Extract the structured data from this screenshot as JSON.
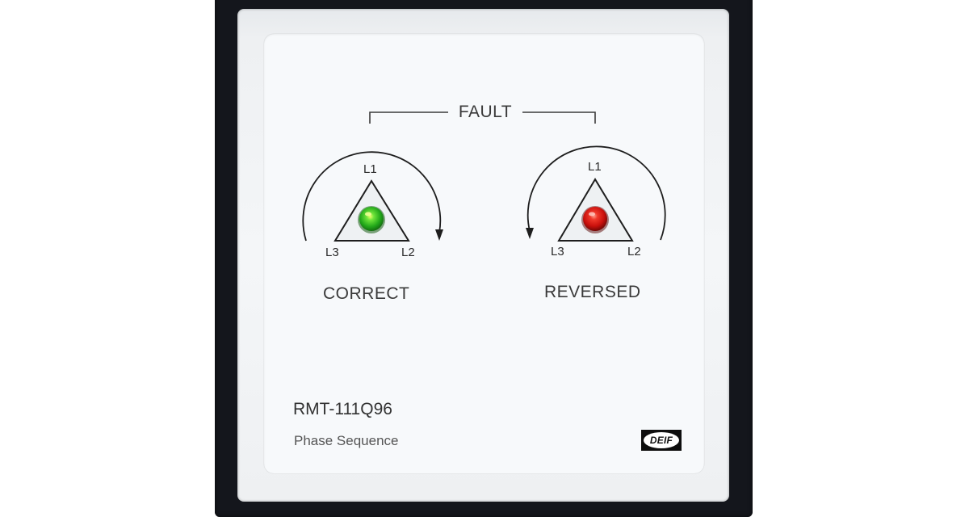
{
  "device": {
    "model": "RMT-111Q96",
    "description": "Phase Sequence",
    "brand": "DEIF",
    "fault_label": "FAULT"
  },
  "indicators": [
    {
      "state_label": "CORRECT",
      "led_color": "green",
      "led_hex": "#2fbf1f",
      "rotation": "clockwise",
      "phases": {
        "top": "L1",
        "bottom_right": "L2",
        "bottom_left": "L3"
      }
    },
    {
      "state_label": "REVERSED",
      "led_color": "red",
      "led_hex": "#d4140f",
      "rotation": "counter-clockwise",
      "phases": {
        "top": "L1",
        "bottom_right": "L2",
        "bottom_left": "L3"
      }
    }
  ],
  "colors": {
    "frame": "#14161c",
    "face": "#f7f9fb",
    "ink": "#2a2a2a"
  }
}
